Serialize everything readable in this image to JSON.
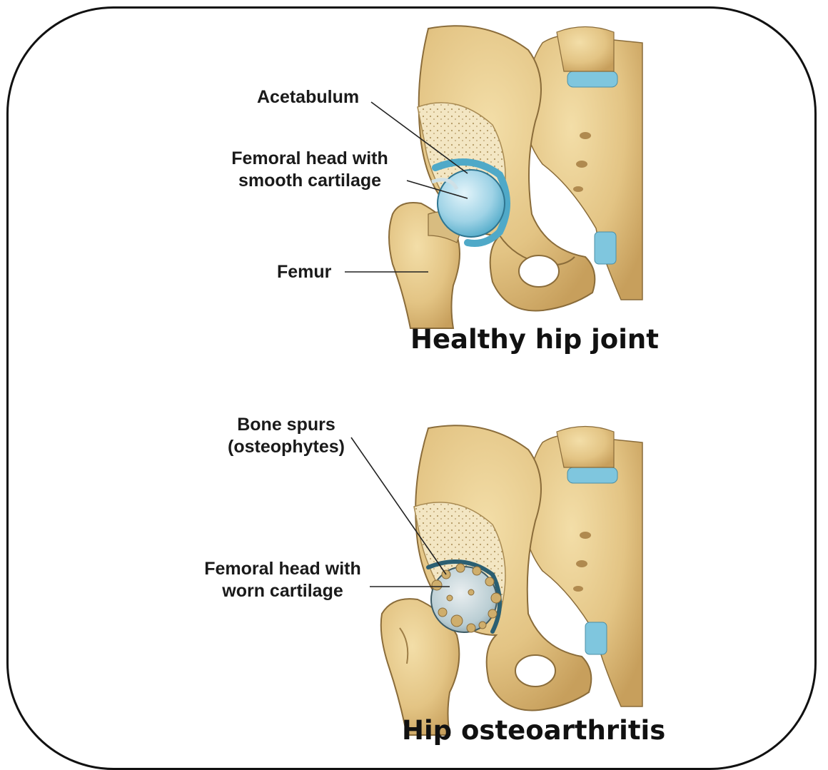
{
  "healthy": {
    "title": "Healthy hip joint",
    "labels": {
      "acetabulum": "Acetabulum",
      "femoral_head_line1": "Femoral head with",
      "femoral_head_line2": "smooth cartilage",
      "femur": "Femur"
    }
  },
  "arthritic": {
    "title": "Hip osteoarthritis",
    "labels": {
      "bone_spurs_line1": "Bone spurs",
      "bone_spurs_line2": "(osteophytes)",
      "femoral_head_line1": "Femoral head with",
      "femoral_head_line2": "worn cartilage"
    }
  },
  "colors": {
    "bone": "#e8cf95",
    "bone_shadow": "#c9a865",
    "cartilage": "#7fc6de",
    "cartilage_light": "#b7e1ee",
    "spongy": "#f1e2bd",
    "outline": "#6b5430"
  }
}
